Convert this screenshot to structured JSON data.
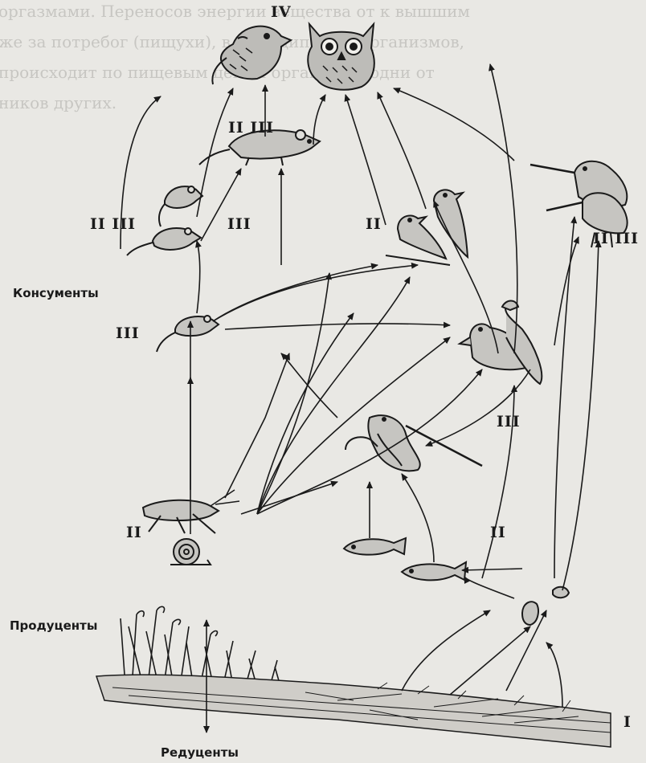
{
  "categories": {
    "consumers": "Консументы",
    "producers": "Продуценты",
    "decomposers": "Редуценты"
  },
  "levels": {
    "top": "IV",
    "mouse_main": "II III",
    "mouse_left": "II III",
    "mouse_mid": "III",
    "small_birds": "II",
    "waders": "II III",
    "mouse_low": "III",
    "waterbirds": "III",
    "grasshopper": "II",
    "snail_fish": "II",
    "soil": "I"
  },
  "ghost_text": [
    "оргазмами. Переносов энергии вещества от к вышшим",
    "же за потребог (пищухи), в принципе ряд организмов,",
    "происходит по пищевым цепям организмы одни от",
    "ников других."
  ],
  "icons": [
    "hawk-icon",
    "owl-icon",
    "mouse-icon",
    "bird-icon",
    "duck-icon",
    "heron-icon",
    "grasshopper-icon",
    "snail-icon",
    "fish-icon",
    "reed-icon",
    "soil-icon"
  ]
}
